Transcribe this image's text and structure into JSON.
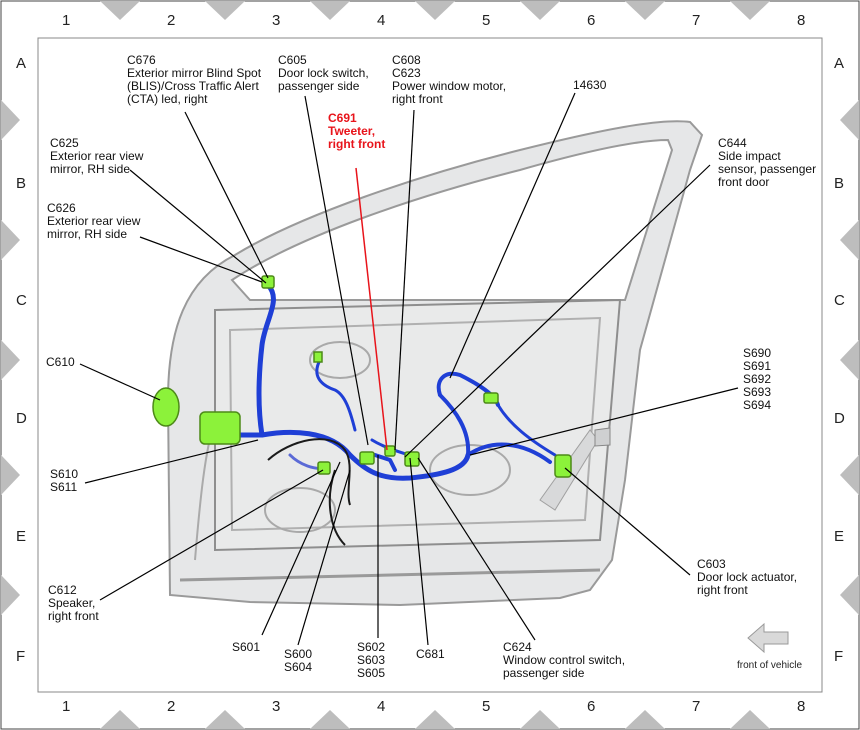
{
  "grid": {
    "columns": [
      "1",
      "2",
      "3",
      "4",
      "5",
      "6",
      "7",
      "8"
    ],
    "rows": [
      "A",
      "B",
      "C",
      "D",
      "E",
      "F"
    ]
  },
  "colors": {
    "harness": "#1f3fd6",
    "connector": "#8cf23a",
    "highlight": "#e8141b",
    "door_panel": "#e6e7e8"
  },
  "callouts": {
    "c676": [
      "C676",
      "Exterior mirror Blind Spot",
      "(BLIS)/Cross Traffic Alert",
      "(CTA) led, right"
    ],
    "c605": [
      "C605",
      "Door lock switch,",
      "passenger side"
    ],
    "c608": [
      "C608",
      "C623",
      "Power window motor,",
      "right front"
    ],
    "c691": [
      "C691",
      "Tweeter,",
      "right front"
    ],
    "p14630": [
      "14630"
    ],
    "c625": [
      "C625",
      "Exterior rear view",
      "mirror, RH side"
    ],
    "c644": [
      "C644",
      "Side impact",
      "sensor, passenger",
      "front door"
    ],
    "c626": [
      "C626",
      "Exterior rear view",
      "mirror, RH side"
    ],
    "c610": [
      "C610"
    ],
    "s690": [
      "S690",
      "S691",
      "S692",
      "S693",
      "S694"
    ],
    "s610": [
      "S610",
      "S611"
    ],
    "c612": [
      "C612",
      "Speaker,",
      "right front"
    ],
    "c603": [
      "C603",
      "Door lock actuator,",
      "right front"
    ],
    "s601": [
      "S601"
    ],
    "s600": [
      "S600",
      "S604"
    ],
    "s602": [
      "S602",
      "S603",
      "S605"
    ],
    "c681": [
      "C681"
    ],
    "c624": [
      "C624",
      "Window control switch,",
      "passenger side"
    ]
  },
  "front_of_vehicle": "front of vehicle"
}
